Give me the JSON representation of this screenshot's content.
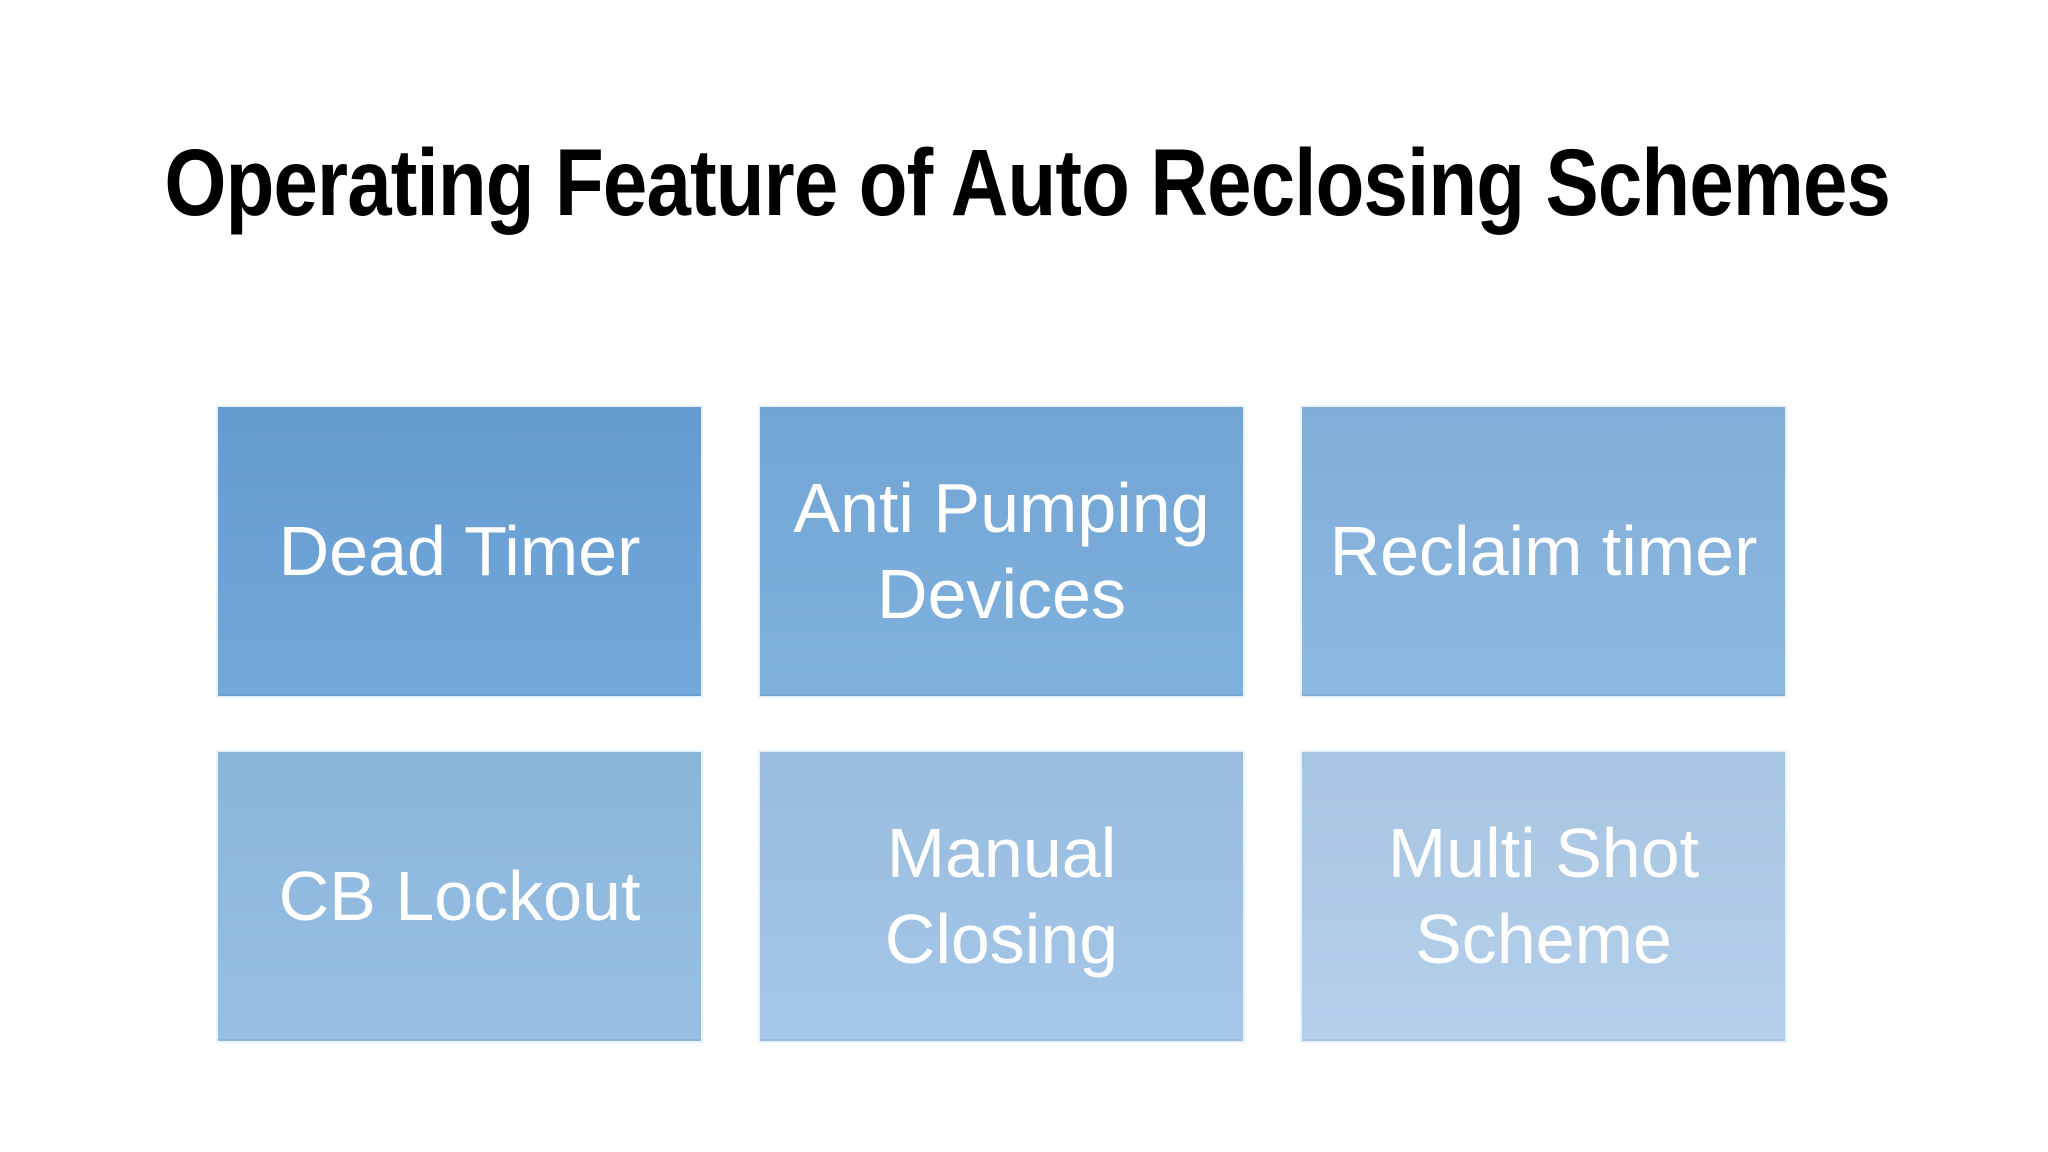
{
  "slide": {
    "title": "Operating Feature of Auto Reclosing Schemes",
    "title_color": "#000000",
    "background_color": "#ffffff"
  },
  "boxes": [
    {
      "id": "dead-timer",
      "label": "Dead Timer",
      "fill": "#68A1D7",
      "text_color": "#ffffff"
    },
    {
      "id": "anti-pumping-devices",
      "label": "Anti Pumping\nDevices",
      "fill": "#76ABDC",
      "text_color": "#ffffff"
    },
    {
      "id": "reclaim-timer",
      "label": "Reclaim timer",
      "fill": "#85B3DF",
      "text_color": "#ffffff"
    },
    {
      "id": "cb-lockout",
      "label": "CB Lockout",
      "fill": "#90BBE3",
      "text_color": "#ffffff"
    },
    {
      "id": "manual-closing",
      "label": "Manual\nClosing",
      "fill": "#9EC3E7",
      "text_color": "#ffffff"
    },
    {
      "id": "multi-shot-scheme",
      "label": "Multi Shot\nScheme",
      "fill": "#AECCE9",
      "text_color": "#ffffff"
    }
  ]
}
